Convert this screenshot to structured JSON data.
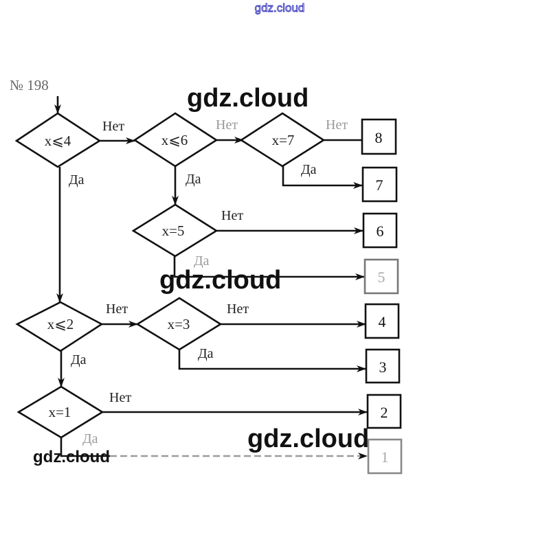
{
  "watermarks": {
    "top": "gdz.cloud",
    "overlay": [
      "gdz.cloud",
      "gdz.cloud",
      "gdz.cloud",
      "gdz.cloud"
    ]
  },
  "problem_number": "№ 198",
  "edge_labels": {
    "yes": "Да",
    "no": "Нет"
  },
  "decisions": [
    {
      "id": "d1",
      "condition": "x⩽4"
    },
    {
      "id": "d2",
      "condition": "x⩽6"
    },
    {
      "id": "d3",
      "condition": "x=7"
    },
    {
      "id": "d4",
      "condition": "x=5"
    },
    {
      "id": "d5",
      "condition": "x⩽2"
    },
    {
      "id": "d6",
      "condition": "x=3"
    },
    {
      "id": "d7",
      "condition": "x=1"
    }
  ],
  "outputs": [
    "8",
    "7",
    "6",
    "5",
    "4",
    "3",
    "2",
    "1"
  ],
  "edges": [
    {
      "from": "d1",
      "to": "d2",
      "label": "Нет"
    },
    {
      "from": "d1",
      "to": "d5",
      "label": "Да"
    },
    {
      "from": "d2",
      "to": "d3",
      "label": "Нет"
    },
    {
      "from": "d2",
      "to": "d4",
      "label": "Да"
    },
    {
      "from": "d3",
      "to": "8",
      "label": "Нет"
    },
    {
      "from": "d3",
      "to": "7",
      "label": "Да"
    },
    {
      "from": "d4",
      "to": "6",
      "label": "Нет"
    },
    {
      "from": "d4",
      "to": "5",
      "label": "Да"
    },
    {
      "from": "d5",
      "to": "d6",
      "label": "Нет"
    },
    {
      "from": "d5",
      "to": "d7",
      "label": "Да"
    },
    {
      "from": "d6",
      "to": "4",
      "label": "Нет"
    },
    {
      "from": "d6",
      "to": "3",
      "label": "Да"
    },
    {
      "from": "d7",
      "to": "2",
      "label": "Нет"
    },
    {
      "from": "d7",
      "to": "1",
      "label": "Да"
    }
  ]
}
